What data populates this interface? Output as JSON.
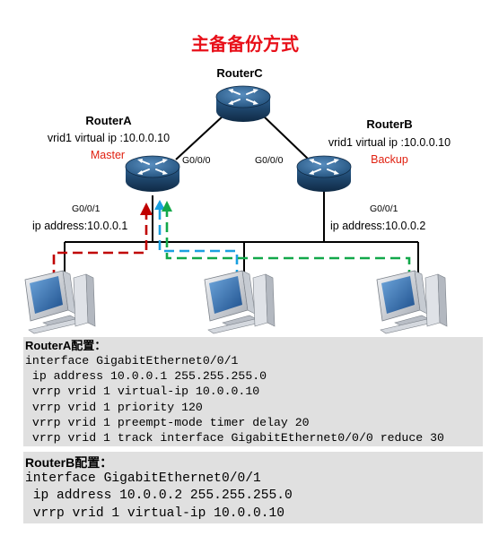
{
  "title": "主备备份方式",
  "routers": {
    "c": {
      "name": "RouterC"
    },
    "a": {
      "name": "RouterA",
      "vrid_line": "vrid1 virtual ip :10.0.0.10",
      "role": "Master",
      "port_up": "G0/0/0",
      "port_down": "G0/0/1",
      "ip": "ip address:10.0.0.1"
    },
    "b": {
      "name": "RouterB",
      "vrid_line": "vrid1 virtual ip :10.0.0.10",
      "role": "Backup",
      "port_up": "G0/0/0",
      "port_down": "G0/0/1",
      "ip": "ip address:10.0.0.2"
    }
  },
  "icons": {
    "router": "router-icon",
    "pc": "pc-icon"
  },
  "colors": {
    "title": "#e8101a",
    "role": "#e02010",
    "router": "#1f4e79",
    "path_red": "#c00000",
    "path_blue": "#1aa0e0",
    "path_green": "#12a84a",
    "config_bg": "#e0e0e0"
  },
  "config_a": {
    "header": "RouterA配置：",
    "lines": [
      "interface GigabitEthernet0/0/1",
      " ip address 10.0.0.1 255.255.255.0",
      " vrrp vrid 1 virtual-ip 10.0.0.10",
      " vrrp vrid 1 priority 120",
      " vrrp vrid 1 preempt-mode timer delay 20",
      " vrrp vrid 1 track interface GigabitEthernet0/0/0 reduce 30"
    ]
  },
  "config_b": {
    "header": "RouterB配置：",
    "lines": [
      "interface GigabitEthernet0/0/1",
      " ip address 10.0.0.2 255.255.255.0",
      " vrrp vrid 1 virtual-ip 10.0.0.10"
    ]
  }
}
